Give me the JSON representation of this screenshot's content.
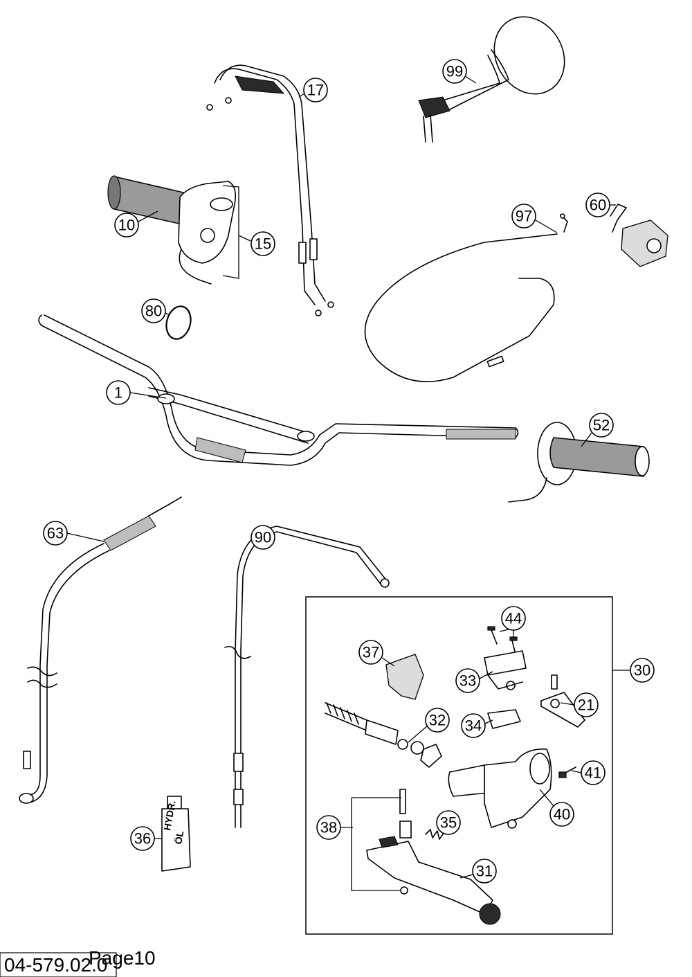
{
  "callouts": [
    {
      "id": "c1",
      "label": "1"
    },
    {
      "id": "c10",
      "label": "10"
    },
    {
      "id": "c15",
      "label": "15"
    },
    {
      "id": "c17",
      "label": "17"
    },
    {
      "id": "c21",
      "label": "21"
    },
    {
      "id": "c30",
      "label": "30"
    },
    {
      "id": "c31",
      "label": "31"
    },
    {
      "id": "c32",
      "label": "32"
    },
    {
      "id": "c33",
      "label": "33"
    },
    {
      "id": "c34",
      "label": "34"
    },
    {
      "id": "c35",
      "label": "35"
    },
    {
      "id": "c36",
      "label": "36"
    },
    {
      "id": "c37",
      "label": "37"
    },
    {
      "id": "c38",
      "label": "38"
    },
    {
      "id": "c40",
      "label": "40"
    },
    {
      "id": "c41",
      "label": "41"
    },
    {
      "id": "c44",
      "label": "44"
    },
    {
      "id": "c52",
      "label": "52"
    },
    {
      "id": "c60",
      "label": "60"
    },
    {
      "id": "c63",
      "label": "63"
    },
    {
      "id": "c80",
      "label": "80"
    },
    {
      "id": "c90",
      "label": "90"
    },
    {
      "id": "c97",
      "label": "97"
    },
    {
      "id": "c99",
      "label": "99"
    }
  ],
  "bottle_label": [
    "HYDR.",
    "ÖL"
  ],
  "footer": {
    "drawing_number": "04-579.02.0",
    "page_label": "Page10"
  }
}
